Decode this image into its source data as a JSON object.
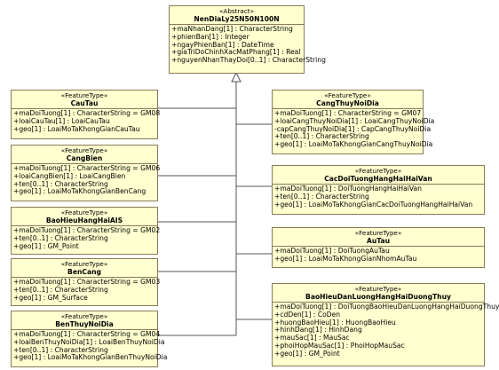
{
  "abstract_class": {
    "stereotype": "«Abstract»",
    "name": "NenDiaLy25N50N100N",
    "attributes": [
      "+maNhanDang[1] : CharacterString",
      "+phienBan[1] : Integer",
      "+ngayPhienBan[1] : DateTime",
      "+giaTriDoChinhXacMatPhang[1] : Real",
      "+nguyenNhanThayDoi[0..1] : CharacterString"
    ]
  },
  "left_classes": [
    {
      "stereotype": "«FeatureType»",
      "name": "CauTau",
      "attributes": [
        "+maDoiTuong[1] : CharacterString = GM08",
        "+loaiCauTau[1] : LoaiCauTau",
        "+geo[1] : LoaiMoTaKhongGianCauTau"
      ]
    },
    {
      "stereotype": "«FeatureType»",
      "name": "CangBien",
      "attributes": [
        "+maDoiTuong[1] : CharacterString = GM06",
        "+loaiCangBien[1] : LoaiCangBien",
        "+ten[0..1] : CharacterString",
        "+geo[1] : LoaiMoTaKhongGianBenCang"
      ]
    },
    {
      "stereotype": "«FeatureType»",
      "name": "BaoHieuHangHaiAIS",
      "attributes": [
        "+maDoiTuong[1] : CharacterString = GM02",
        "+ten[0..1] : CharacterString",
        "+geo[1] : GM_Point"
      ]
    },
    {
      "stereotype": "«FeatureType»",
      "name": "BenCang",
      "attributes": [
        "+maDoiTuong[1] : CharacterString = GM03",
        "+ten[0..1] : CharacterString",
        "+geo[1] : GM_Surface"
      ]
    },
    {
      "stereotype": "«FeatureType»",
      "name": "BenThuyNoiDia",
      "attributes": [
        "+maDoiTuong[1] : CharacterString = GM04",
        "+loaiBenThuyNoiDia[1] : LoaiBenThuyNoiDia",
        "+ten[0..1] : CharacterString",
        "+geo[1] : LoaiMoTaKhongGianBenThuyNoiDia"
      ]
    }
  ],
  "right_classes": [
    {
      "stereotype": "«FeatureType»",
      "name": "CangThuyNoiDia",
      "attributes": [
        "+maDoiTuong[1] : CharacterString = GM07",
        "+loaiCangThuyNoiDia[1] : LoaiCangThuyNoiDia",
        "-capCangThuyNoiDia[1] : CapCangThuyNoiDia",
        "+ten[0..1] : CharacterString",
        "+geo[1] : LoaiMoTaKhongGianCangThuyNoiDia"
      ]
    },
    {
      "stereotype": "«FeatureType»",
      "name": "CacDoiTuongHangHaiHaiVan",
      "attributes": [
        "+maDoiTuong[1] : DoiTuongHangHaiHaiVan",
        "+ten[0..1] : CharacterString",
        "+geo[1] : LoaiMoTaKhongGianCacDoiTuongHangHaiHaiVan"
      ]
    },
    {
      "stereotype": "«FeatureType»",
      "name": "AuTau",
      "attributes": [
        "+maDoiTuong[1] : DoiTuongAuTau",
        "+geo[1] : LoaiMoTaKhongGianNhomAuTau"
      ]
    },
    {
      "stereotype": "«FeatureType»",
      "name": "BaoHieuDanLuongHangHaiDuongThuy",
      "attributes": [
        "+maDoiTuong[1] : DoiTuongBaoHieuDanLuongHangHaiDuongThuy",
        "+cdDen[1] : CoDen",
        "+huongBaoHieu[1] : HuongBaoHieu",
        "+hinhDang[1] : HinhDang",
        "+mauSac[1] : MauSac",
        "+phoiHopMauSac[1] : PhoiHopMauSac",
        "+geo[1] : GM_Point"
      ]
    }
  ],
  "colors": {
    "fill": "#ffffcf",
    "border": "#8a7a56",
    "line": "#555555"
  }
}
